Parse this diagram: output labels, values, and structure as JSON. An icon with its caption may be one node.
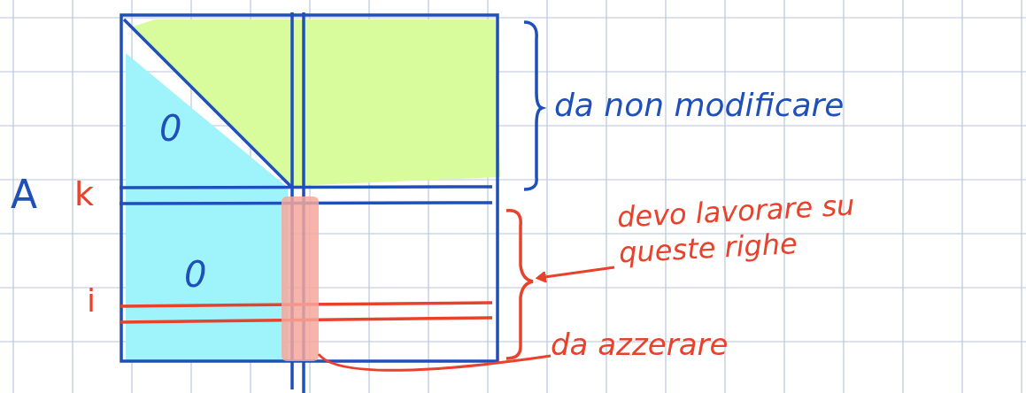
{
  "diagram": {
    "nodes": [
      {
        "text": [
          "da non modificare"
        ]
      },
      {
        "text": [
          "devo lavorare su queste righe"
        ]
      },
      {
        "text": [
          "da azzerare"
        ]
      },
      {
        "text": [],
        "shape": "bar"
      },
      {
        "text": [],
        "shape": "bracket"
      }
    ],
    "edges": [
      {
        "from": 1,
        "to": 4,
        "arrow": "to"
      },
      {
        "from": 2,
        "to": 3,
        "arrow": "none"
      }
    ],
    "labels": [
      "A",
      "k",
      "0",
      "0",
      "i"
    ]
  }
}
